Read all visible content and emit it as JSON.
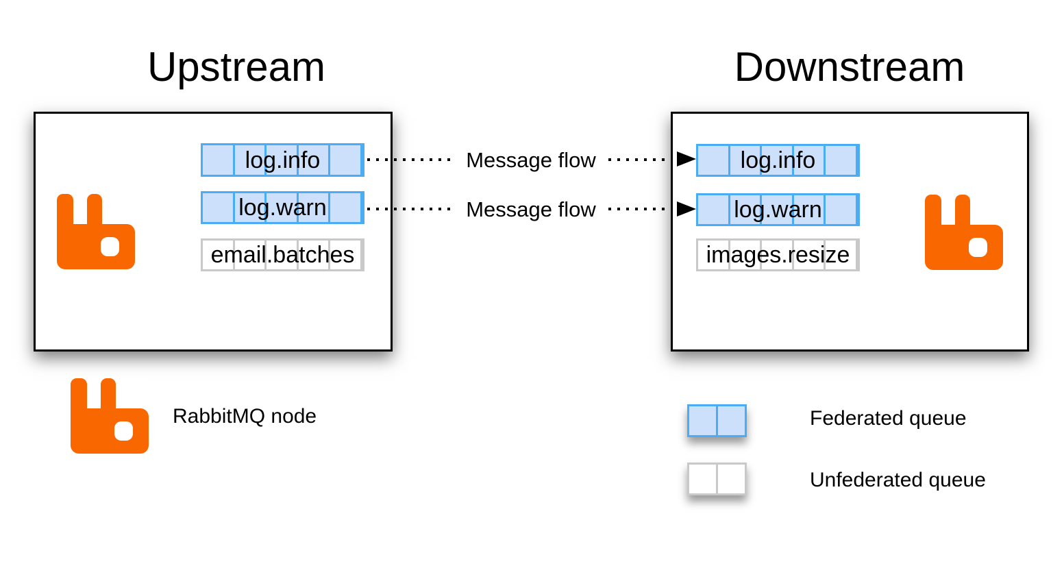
{
  "diagram": {
    "upstream": {
      "title": "Upstream",
      "queues": [
        {
          "name": "log.info",
          "federated": true,
          "cells": 5
        },
        {
          "name": "log.warn",
          "federated": true,
          "cells": 5
        },
        {
          "name": "email.batches",
          "federated": false,
          "cells": 5
        }
      ]
    },
    "downstream": {
      "title": "Downstream",
      "queues": [
        {
          "name": "log.info",
          "federated": true,
          "cells": 5
        },
        {
          "name": "log.warn",
          "federated": true,
          "cells": 5
        },
        {
          "name": "images.resize",
          "federated": false,
          "cells": 5
        }
      ]
    },
    "flows": [
      {
        "label": "Message flow"
      },
      {
        "label": "Message flow"
      }
    ],
    "legend": {
      "node_label": "RabbitMQ node",
      "federated_label": "Federated queue",
      "unfederated_label": "Unfederated queue"
    },
    "colors": {
      "brand_orange": "#F96800",
      "federated_border": "#4AACF2",
      "federated_fill": "#CCE0FB",
      "unfederated_border": "#C9C9C9",
      "unfederated_fill": "#FFFFFF"
    }
  }
}
